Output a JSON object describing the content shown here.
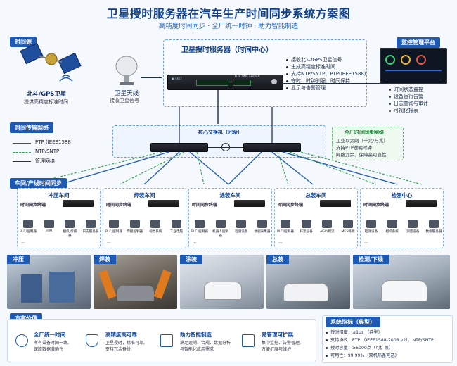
{
  "title": "卫星授时服务器在汽车生产时间同步系统方案图",
  "subtitle": "高精度时间同步 · 全厂统一时钟 · 助力智能制造",
  "time_source": {
    "tag": "时间源",
    "satellite_label": "北斗/GPS卫星",
    "satellite_desc": "提供高精度标准时间",
    "antenna_label": "卫星天线",
    "antenna_desc": "接收卫星信号"
  },
  "server": {
    "title": "卫星授时服务器（时间中心）",
    "rack_label": "NTP TIME SERVER",
    "features": [
      "接收北斗/GPS卫星信号",
      "生成高精度标准时间",
      "支持NTP/SNTP、PTP(IEEE1588)",
      "守时、时钟驯服、时间保持",
      "显示与告警管理"
    ]
  },
  "monitor": {
    "tag": "监控管理平台",
    "items": [
      "时间状态监控",
      "设备运行告警",
      "日志查询与审计",
      "可视化报表"
    ]
  },
  "network": {
    "tag": "时间传输网络",
    "legend": [
      {
        "label": "PTP (IEEE1588)",
        "color": "#1e5ab4",
        "style": "solid"
      },
      {
        "label": "NTP/SNTP",
        "color": "#2e9a4c",
        "style": "dashed"
      },
      {
        "label": "管理网络",
        "color": "#333333",
        "style": "solid"
      }
    ],
    "core_switch_label": "核心交换机（冗余）",
    "plant_title": "全厂时间同步网络",
    "plant_lines": [
      "工业以太网（千兆/万兆）",
      "支持PTP透明时钟",
      "网络冗余、保障高可靠性"
    ]
  },
  "workshops_tag": "车间/产线时间同步",
  "workshops": [
    {
      "name": "冲压车间",
      "sub": "时间同步终端",
      "devices": [
        "PLC/控制器",
        "HMI",
        "相机/传感器",
        "日志服务器"
      ]
    },
    {
      "name": "焊装车间",
      "sub": "时间同步终端",
      "devices": [
        "PLC/控制器",
        "焊接控制器",
        "视觉系统",
        "工业电脑"
      ]
    },
    {
      "name": "涂装车间",
      "sub": "时间同步终端",
      "devices": [
        "PLC/控制器",
        "机器人控制器",
        "检测设备",
        "数据采集器"
      ]
    },
    {
      "name": "总装车间",
      "sub": "时间同步终端",
      "devices": [
        "PLC/控制器",
        "拧紧设备",
        "AGV/物流",
        "MES终端"
      ]
    },
    {
      "name": "检测中心",
      "sub": "时间同步终端",
      "devices": [
        "检测设备",
        "相机系统",
        "测量设备",
        "数据服务器"
      ]
    }
  ],
  "photos": [
    "冲压",
    "焊装",
    "涂装",
    "总装",
    "检测/下线"
  ],
  "value": {
    "tag": "方案价值",
    "items": [
      {
        "title": "全厂统一时间",
        "desc": [
          "所有设备时间一致,",
          "保障数据准确性"
        ]
      },
      {
        "title": "高精度高可靠",
        "desc": [
          "卫星授时，精准可靠,",
          "支持冗余备份"
        ]
      },
      {
        "title": "助力智能制造",
        "desc": [
          "满足追溯、合规、数据分析",
          "与智能化应用需求"
        ]
      },
      {
        "title": "易管理可扩展",
        "desc": [
          "集中监控、告警管理,",
          "方便扩展与维护"
        ]
      }
    ]
  },
  "metrics": {
    "tag": "系统指标（典型）",
    "items": [
      "授时精度：≤1μs （典型）",
      "支持协议：PTP （IEEE1588-2008 v2）、NTP/SNTP",
      "授时容量：≥5000点（可扩展）",
      "可用性：99.99%（双机热备可选）"
    ]
  }
}
